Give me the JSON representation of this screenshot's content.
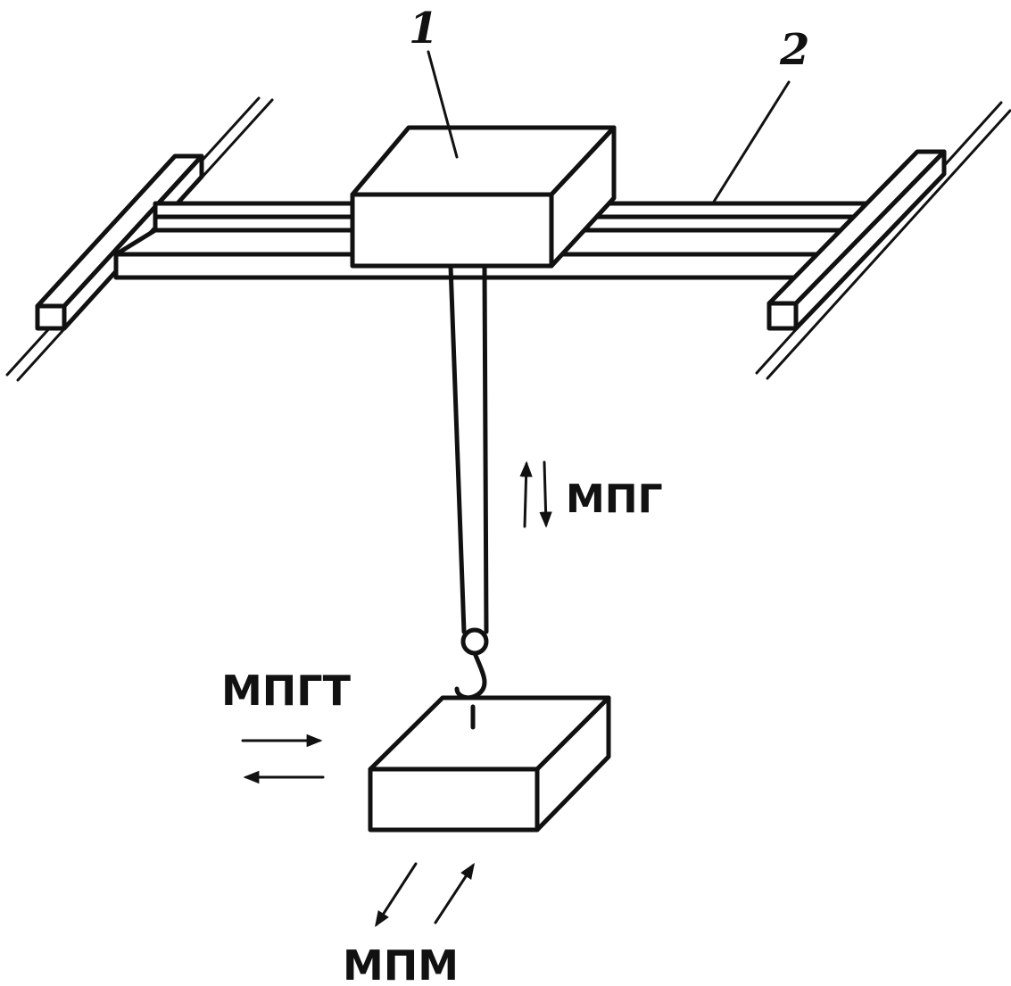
{
  "labels": {
    "carriage_number": "1",
    "beam_number": "2",
    "vertical_motion": "МПГ",
    "traverse_motion": "МПГТ",
    "longitudinal_motion": "МПМ"
  }
}
